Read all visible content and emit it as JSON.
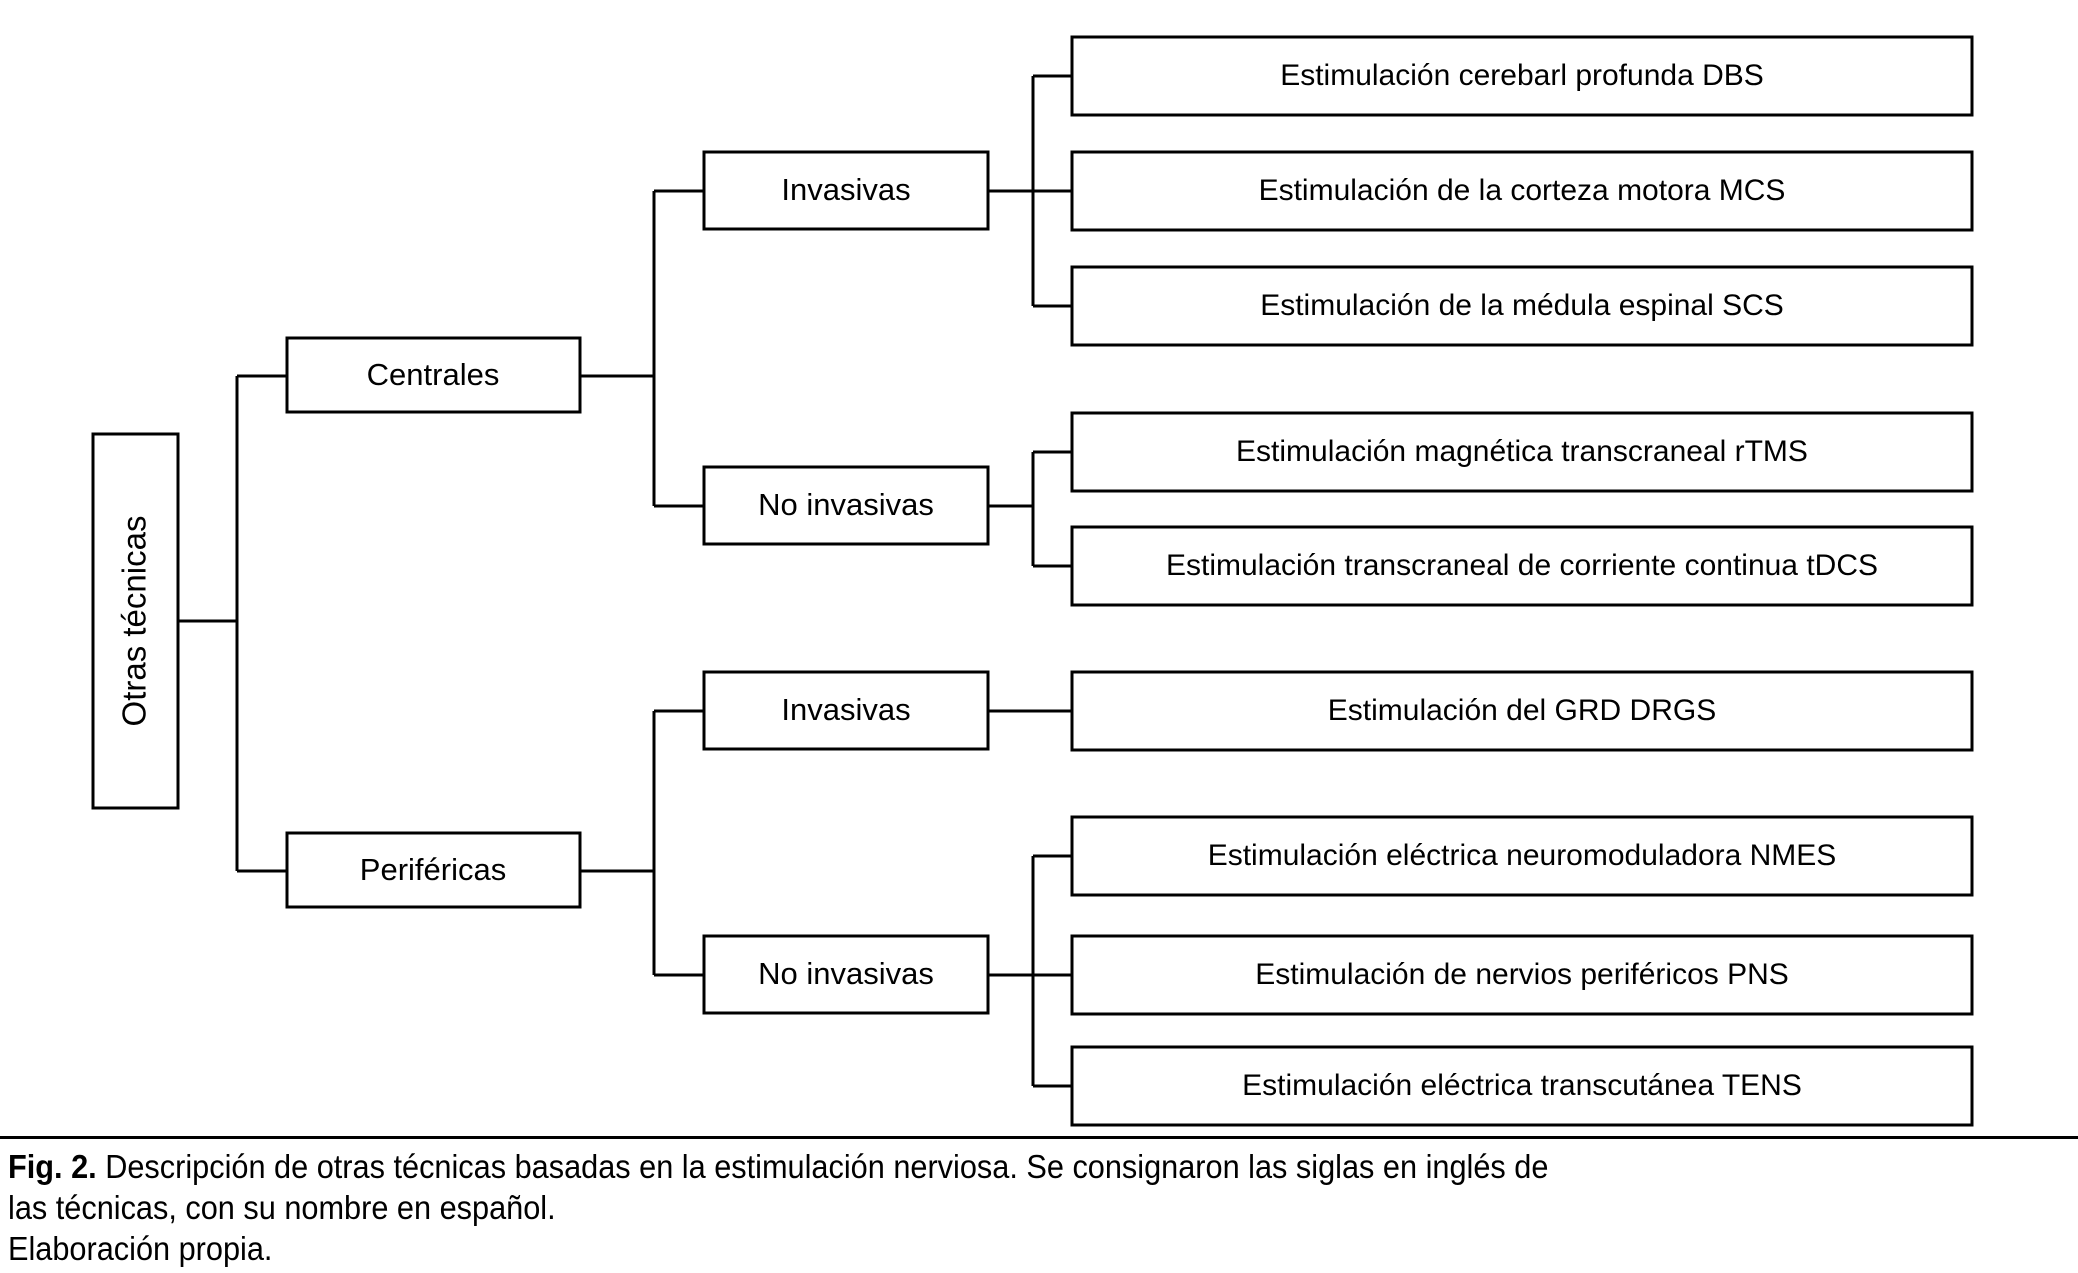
{
  "figure": {
    "root": {
      "label": "Otras técnicas",
      "orientation": "vertical"
    },
    "branches": [
      {
        "label": "Centrales",
        "groups": [
          {
            "label": "Invasivas",
            "leaves": [
              "Estimulación cerebarl profunda DBS",
              "Estimulación de la corteza motora MCS",
              "Estimulación de la médula espinal SCS"
            ]
          },
          {
            "label": "No invasivas",
            "leaves": [
              "Estimulación magnética transcraneal rTMS",
              "Estimulación transcraneal de corriente continua tDCS"
            ]
          }
        ]
      },
      {
        "label": "Periféricas",
        "groups": [
          {
            "label": "Invasivas",
            "leaves": [
              "Estimulación del GRD DRGS"
            ]
          },
          {
            "label": "No invasivas",
            "leaves": [
              "Estimulación eléctrica neuromoduladora NMES",
              "Estimulación de nervios periféricos PNS",
              "Estimulación eléctrica transcutánea TENS"
            ]
          }
        ]
      }
    ],
    "nodes": {
      "root": "Otras técnicas",
      "centrales": "Centrales",
      "perifericas": "Periféricas",
      "centrales_invasivas": "Invasivas",
      "centrales_no_invasivas": "No invasivas",
      "perifericas_invasivas": "Invasivas",
      "perifericas_no_invasivas": "No invasivas",
      "leaf_dbs": "Estimulación cerebarl profunda DBS",
      "leaf_mcs": "Estimulación de la corteza motora MCS",
      "leaf_scs": "Estimulación de la médula espinal SCS",
      "leaf_rtms": "Estimulación magnética transcraneal rTMS",
      "leaf_tdcs": "Estimulación transcraneal de corriente continua tDCS",
      "leaf_drgs": "Estimulación del GRD DRGS",
      "leaf_nmes": "Estimulación eléctrica neuromoduladora NMES",
      "leaf_pns": "Estimulación de nervios periféricos PNS",
      "leaf_tens": "Estimulación eléctrica transcutánea TENS"
    }
  },
  "caption": {
    "figure_number": "Fig. 2.",
    "line1": " Descripción de otras técnicas basadas en la estimulación nerviosa. Se consignaron las siglas en inglés de",
    "line2": "las técnicas, con su nombre en español.",
    "line3": "Elaboración propia."
  },
  "colors": {
    "background": "#ffffff",
    "stroke": "#000000",
    "text": "#000000"
  }
}
